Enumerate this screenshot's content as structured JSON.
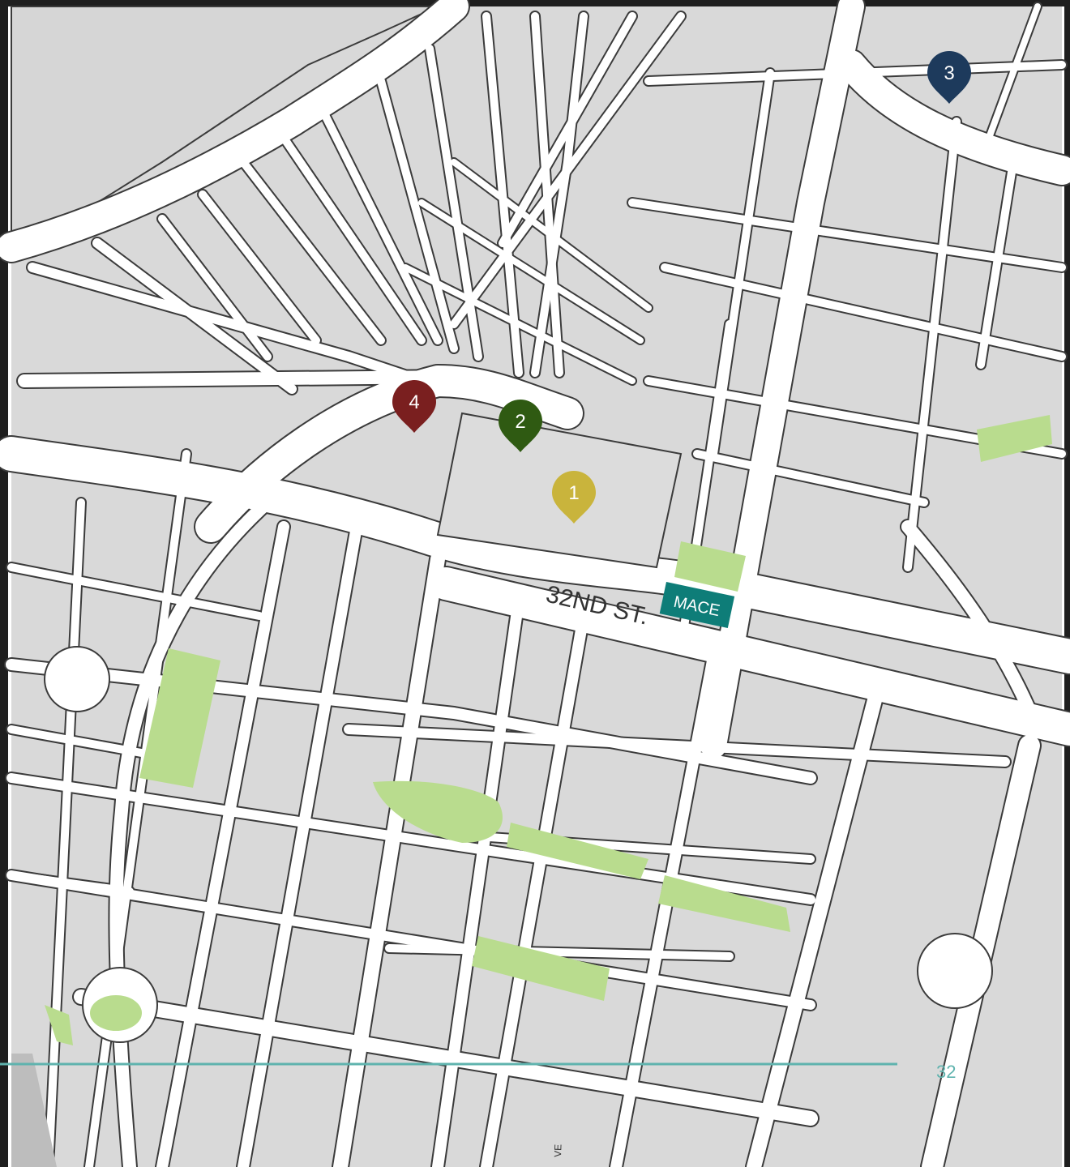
{
  "map": {
    "street_label": "32ND ST.",
    "place_label": "MACE",
    "place_label_color": "#0e7d78",
    "partial_vertical_label": "VE",
    "page_number": "32",
    "rule_color": "#5fb3ae",
    "park_color": "#b9dc8e",
    "block_color": "#dcdcdc",
    "road_color": "#ffffff"
  },
  "markers": [
    {
      "label": "1",
      "color": "#c9b43c"
    },
    {
      "label": "2",
      "color": "#2f5a12"
    },
    {
      "label": "3",
      "color": "#1d3a5c"
    },
    {
      "label": "4",
      "color": "#7a1f1f"
    }
  ]
}
